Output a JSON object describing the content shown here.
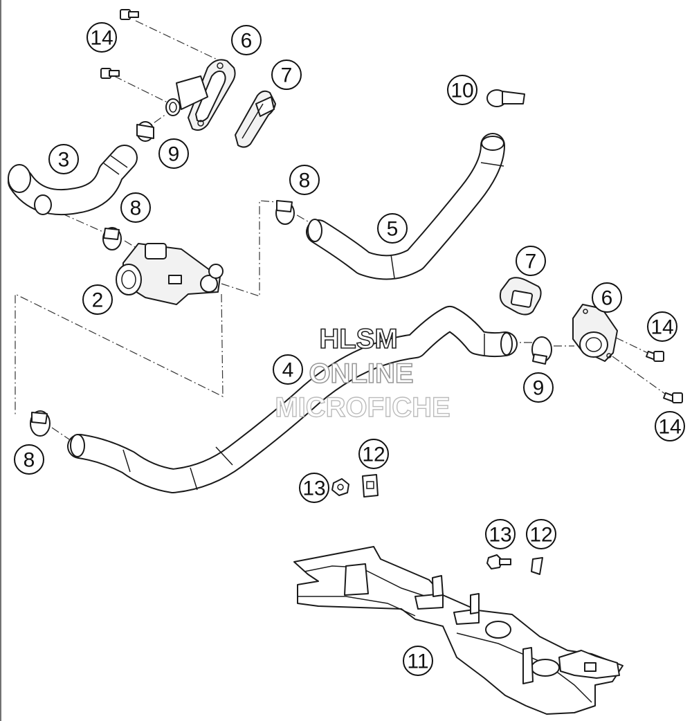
{
  "watermark": {
    "line1": "HLSM",
    "line2": "ONLINE",
    "line3": "MICROFICHE"
  },
  "callouts": [
    {
      "label": "14"
    },
    {
      "label": "6"
    },
    {
      "label": "7"
    },
    {
      "label": "3"
    },
    {
      "label": "9"
    },
    {
      "label": "8"
    },
    {
      "label": "2"
    },
    {
      "label": "10"
    },
    {
      "label": "8"
    },
    {
      "label": "5"
    },
    {
      "label": "7"
    },
    {
      "label": "6"
    },
    {
      "label": "14"
    },
    {
      "label": "4"
    },
    {
      "label": "9"
    },
    {
      "label": "14"
    },
    {
      "label": "8"
    },
    {
      "label": "12"
    },
    {
      "label": "13"
    },
    {
      "label": "13"
    },
    {
      "label": "12"
    },
    {
      "label": "11"
    }
  ]
}
